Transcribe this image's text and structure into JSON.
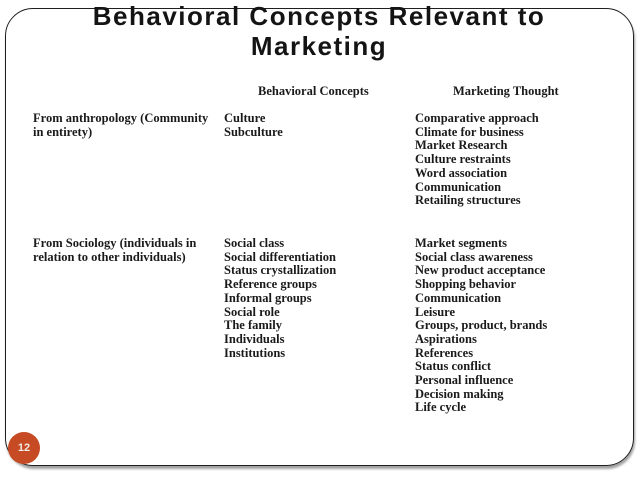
{
  "slide": {
    "title": "Behavioral Concepts Relevant to Marketing",
    "page_number": "12",
    "accent_color": "#c64a23",
    "border_color": "#1f1f1f"
  },
  "table": {
    "headers": {
      "behavioral_concepts": "Behavioral Concepts",
      "marketing_thought": "Marketing Thought"
    },
    "rows": [
      {
        "source": "From anthropology (Community in entirety)",
        "behavioral_concepts": [
          "Culture",
          "Subculture"
        ],
        "marketing_thought": [
          "Comparative approach",
          "Climate for business",
          "Market Research",
          "Culture restraints",
          "Word association",
          "Communication",
          "Retailing structures"
        ]
      },
      {
        "source": "From Sociology (individuals in relation to other individuals)",
        "behavioral_concepts": [
          "Social class",
          "Social differentiation",
          "Status crystallization",
          "Reference groups",
          "Informal groups",
          "Social role",
          "The family",
          "Individuals",
          "Institutions"
        ],
        "marketing_thought": [
          "Market segments",
          "Social class awareness",
          "New product acceptance",
          "Shopping behavior",
          "Communication",
          "Leisure",
          "Groups, product, brands",
          "Aspirations",
          "References",
          "Status conflict",
          "Personal influence",
          "Decision making",
          "Life cycle"
        ]
      }
    ]
  }
}
